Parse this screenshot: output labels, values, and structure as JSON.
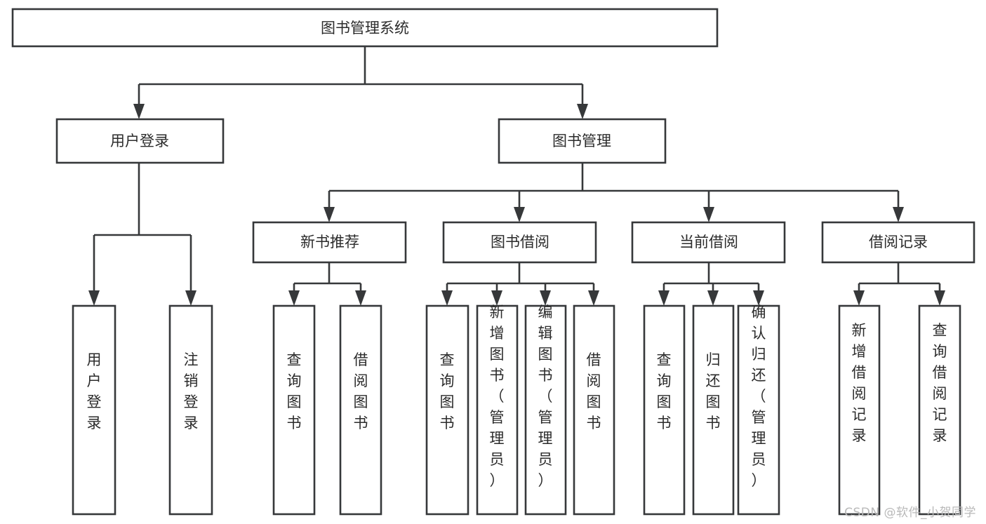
{
  "diagram": {
    "type": "tree-hierarchy",
    "title": "图书管理系统",
    "watermark": "CSDN @软件_小贺同学",
    "colors": {
      "stroke": "#36383a",
      "fill": "#ffffff",
      "text": "#2b2b2b",
      "watermark": "#b9b9b9",
      "background": "#ffffff"
    },
    "root": {
      "label": "图书管理系统",
      "orientation": "horizontal"
    },
    "level1": [
      {
        "label": "用户登录",
        "orientation": "horizontal"
      },
      {
        "label": "图书管理",
        "orientation": "horizontal"
      }
    ],
    "level2": [
      {
        "label": "新书推荐",
        "orientation": "horizontal"
      },
      {
        "label": "图书借阅",
        "orientation": "horizontal"
      },
      {
        "label": "当前借阅",
        "orientation": "horizontal"
      },
      {
        "label": "借阅记录",
        "orientation": "horizontal"
      }
    ],
    "leaves": {
      "user_login": [
        {
          "label": "用户登录",
          "orientation": "vertical"
        },
        {
          "label": "注销登录",
          "orientation": "vertical"
        }
      ],
      "new_book_recommend": [
        {
          "label": "查询图书",
          "orientation": "vertical"
        },
        {
          "label": "借阅图书",
          "orientation": "vertical"
        }
      ],
      "book_borrow": [
        {
          "label": "查询图书",
          "orientation": "vertical"
        },
        {
          "label": "新增图书（管理员）",
          "orientation": "vertical"
        },
        {
          "label": "编辑图书（管理员）",
          "orientation": "vertical"
        },
        {
          "label": "借阅图书",
          "orientation": "vertical"
        }
      ],
      "current_borrow": [
        {
          "label": "查询图书",
          "orientation": "vertical"
        },
        {
          "label": "归还图书",
          "orientation": "vertical"
        },
        {
          "label": "确认归还（管理员）",
          "orientation": "vertical"
        }
      ],
      "borrow_record": [
        {
          "label": "新增借阅记录",
          "orientation": "vertical"
        },
        {
          "label": "查询借阅记录",
          "orientation": "vertical"
        }
      ]
    }
  }
}
